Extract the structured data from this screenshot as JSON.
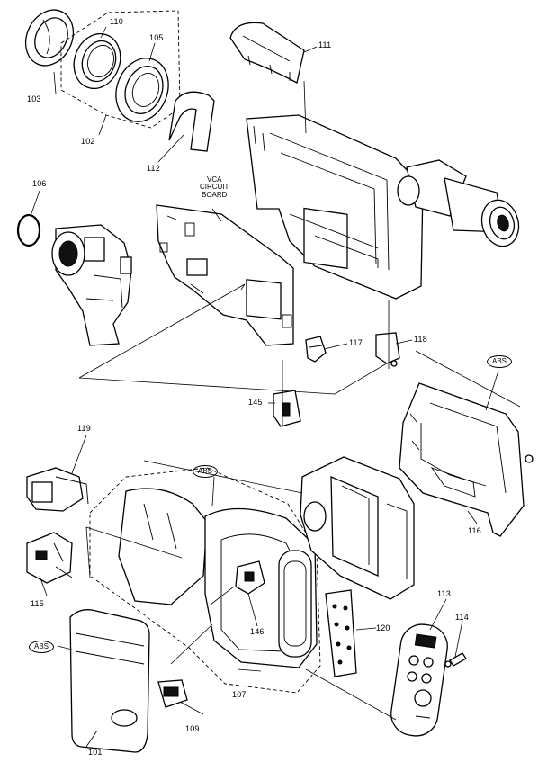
{
  "labels": {
    "p101": "101",
    "p102": "102",
    "p103": "103",
    "p105": "105",
    "p106": "106",
    "p107": "107",
    "p109": "109",
    "p110": "110",
    "p111": "111",
    "p112": "112",
    "p113": "113",
    "p114": "114",
    "p115": "115",
    "p116": "116",
    "p117": "117",
    "p118": "118",
    "p119": "119",
    "p120": "120",
    "p145": "145",
    "p146": "146",
    "vca_line1": "VCA",
    "vca_line2": "CIRCUIT",
    "vca_line3": "BOARD",
    "abs_top": "ABS",
    "abs_mid": "ABS",
    "abs_left": "ABS"
  }
}
